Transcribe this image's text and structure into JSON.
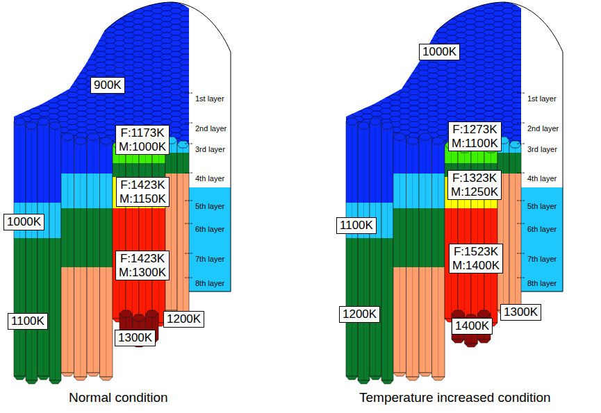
{
  "diagram": {
    "nodes": [
      {
        "text": [
          "900K"
        ]
      },
      {
        "text": [
          "F:1173K M:1000K"
        ]
      },
      {
        "text": [
          "F:1423K M:1150K"
        ]
      },
      {
        "text": [
          "1000K"
        ]
      },
      {
        "text": [
          "F:1423K M:1300K"
        ]
      },
      {
        "text": [
          "1100K"
        ]
      },
      {
        "text": [
          "1200K"
        ]
      },
      {
        "text": [
          "1300K"
        ]
      },
      {
        "text": [
          "1000K"
        ]
      },
      {
        "text": [
          "F:1273K M:1100K"
        ]
      },
      {
        "text": [
          "F:1323K M:1250K"
        ]
      },
      {
        "text": [
          "1100K"
        ]
      },
      {
        "text": [
          "F:1523K M:1400K"
        ]
      },
      {
        "text": [
          "1200K"
        ]
      },
      {
        "text": [
          "1300K"
        ]
      },
      {
        "text": [
          "1400K"
        ]
      }
    ],
    "labels": [
      "1st layer",
      "2nd layer",
      "3rd layer",
      "4th layer",
      "5th layer",
      "6th layer",
      "7th layer",
      "8th layer",
      "1st layer",
      "2nd layer",
      "3rd layer",
      "4th layer",
      "5th layer",
      "6th layer",
      "7th layer",
      "8th layer",
      "Normal condition",
      "Temperature increased condition"
    ]
  }
}
